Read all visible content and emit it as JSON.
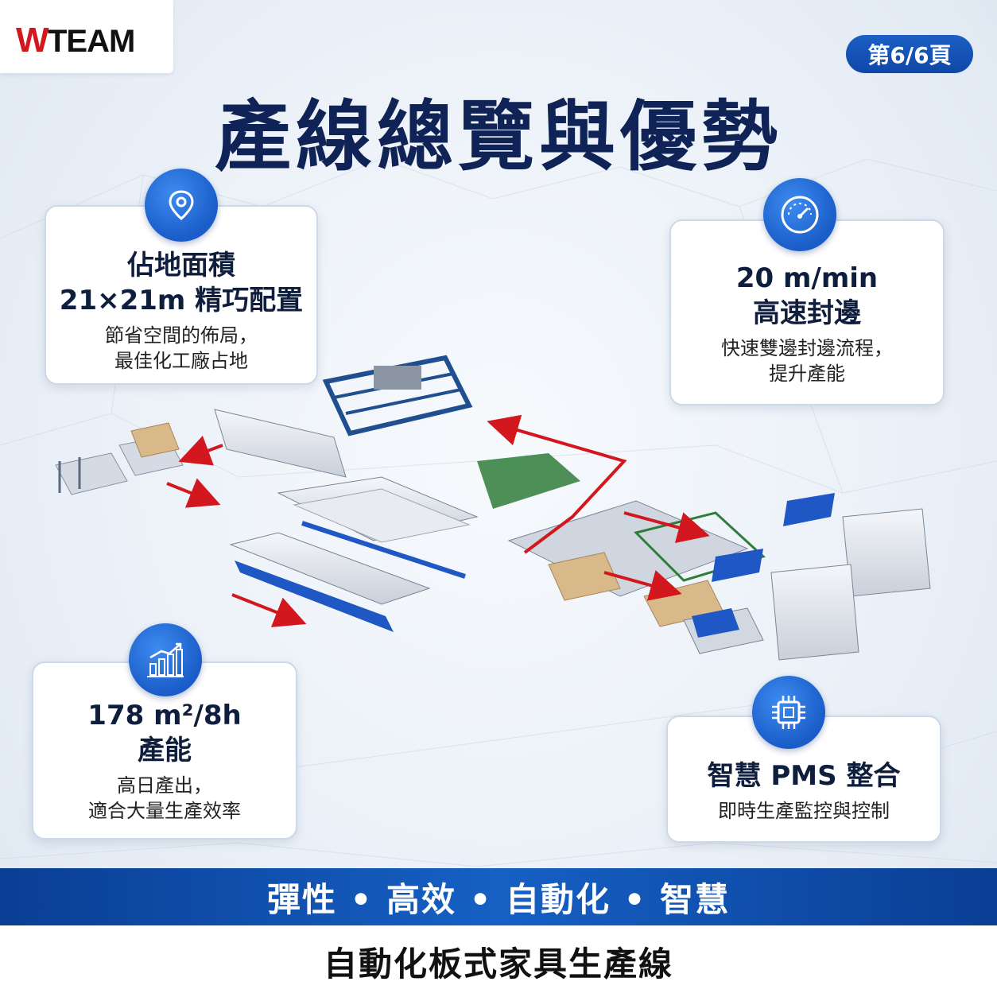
{
  "brand": {
    "logo_w": "W",
    "logo_team": "TEAM"
  },
  "page_badge": "第6/6頁",
  "title": "產線總覽與優勢",
  "cards": {
    "footprint": {
      "icon": "map-pin-icon",
      "heading_1": "佔地面積",
      "heading_2": "21×21m 精巧配置",
      "desc_1": "節省空間的佈局，",
      "desc_2": "最佳化工廠占地"
    },
    "speed": {
      "icon": "speedometer-icon",
      "heading_1": "20 m/min",
      "heading_2": "高速封邊",
      "desc_1": "快速雙邊封邊流程，",
      "desc_2": "提升產能"
    },
    "capacity": {
      "icon": "bar-chart-icon",
      "heading_1": "178 m²/8h",
      "heading_2": "產能",
      "desc_1": "高日產出，",
      "desc_2": "適合大量生產效率"
    },
    "pms": {
      "icon": "chip-icon",
      "heading_1": "智慧 PMS 整合",
      "desc_1": "即時生產監控與控制"
    }
  },
  "banner": "彈性 • 高效 • 自動化 • 智慧",
  "footer": "自動化板式家具生產線",
  "colors": {
    "navy": "#0f2357",
    "accent_blue": "#1a5cc8",
    "arrow_red": "#d3171e",
    "machine_blue": "#1f57c4"
  }
}
